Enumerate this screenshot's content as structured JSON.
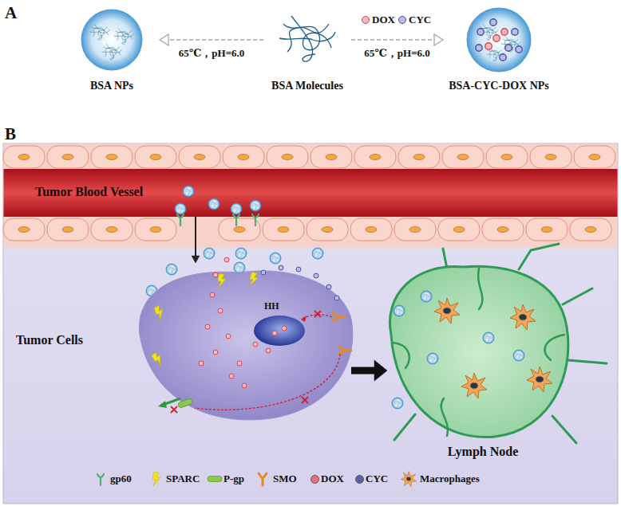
{
  "diagram": {
    "nodes": [
      {
        "text": [
          "BSA NPs"
        ]
      },
      {
        "text": [
          "BSA Molecules"
        ]
      },
      {
        "text": [
          "BSA-CYC-DOX NPs"
        ]
      },
      {
        "text": [
          "Tumor Blood Vessel"
        ]
      },
      {
        "text": [
          "Tumor Cells"
        ]
      },
      {
        "text": [
          "Lymph Node"
        ]
      }
    ],
    "edges": [
      {
        "from": 1,
        "to": 0,
        "arrow": "to",
        "label": "65℃，pH=6.0"
      },
      {
        "from": 1,
        "to": 2,
        "arrow": "to",
        "label": "65℃，pH=6.0"
      },
      {
        "from": 3,
        "to": 4,
        "arrow": "to"
      },
      {
        "from": 4,
        "to": 5,
        "arrow": "to"
      }
    ],
    "labels": [
      "A",
      "DOX",
      "CYC",
      "B",
      "HH"
    ],
    "legend": [
      {
        "text": "gp60"
      },
      {
        "text": "SPARC"
      },
      {
        "text": "P-gp"
      },
      {
        "text": "SMO"
      },
      {
        "text": "DOX",
        "color": "#e8707a"
      },
      {
        "text": "CYC",
        "color": "#5a5fb0"
      },
      {
        "text": "Macrophages"
      }
    ]
  }
}
